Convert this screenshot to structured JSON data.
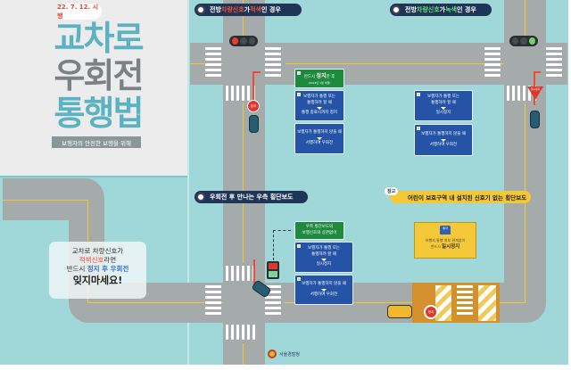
{
  "poster": {
    "date_badge": "22. 7. 12. 시행",
    "title_lines": [
      "교차로",
      "우회전",
      "통행법"
    ],
    "subtitle": "보행자의 안전한 보행을 위해"
  },
  "panel_red": {
    "title_prefix": "전방 ",
    "title_highlight1": "차량신호",
    "title_mid": "가 ",
    "title_highlight2": "적색",
    "title_suffix": "인 경우",
    "stop_sign": "정지",
    "sign1_num": "1",
    "sign1_line1_a": "반드시 ",
    "sign1_line1_b": "정지",
    "sign1_line1_c": "한 후",
    "sign1_line2": "(2023년 1월 이행)",
    "sign2_num": "2",
    "sign2_line1": "보행자가 통행 또는",
    "sign2_line2": "통행하려 할 때",
    "sign2_result": "통행 종료시까지 정지",
    "sign3_line1": "보행자가 통행하지 않을 때",
    "sign3_result": "서행하여 우회전"
  },
  "panel_green": {
    "title_prefix": "전방 ",
    "title_highlight1": "차량신호",
    "title_mid": "가 ",
    "title_highlight2": "녹색",
    "title_suffix": "인 경우",
    "yield_sign": "일시정지",
    "sign1_num": "1",
    "sign1_line1": "보행자가 통행 또는",
    "sign1_line2": "통행하려 할 때",
    "sign1_result": "일시정지",
    "sign2_num": "2",
    "sign2_line1": "보행자가 통행하지 않을 때",
    "sign2_result": "서행하여 우회전"
  },
  "reminder": {
    "line1": "교차로 차량신호가",
    "line2_highlight": "적색신호",
    "line2_suffix": "라면",
    "line3_prefix": "반드시 ",
    "line3_highlight": "정지 후 우회전",
    "line4": "잊지마세요!"
  },
  "panel_crosswalk": {
    "title": "우회전 후 만나는 우측 횡단보도",
    "green_sign_line1": "우측 횡단보도의",
    "green_sign_line2": "보행신호와 상관없이",
    "sign1_num": "1",
    "sign1_line1": "보행자가 통행 또는",
    "sign1_line2": "통행하려 할 때",
    "sign1_result": "일시정지",
    "sign2_num": "2",
    "sign2_line1": "보행자가 통행하지 않을 때",
    "sign2_result": "서행하여 우회전",
    "agency": "서울경찰청"
  },
  "panel_school": {
    "badge": "참고",
    "title": "어린이 보호구역 내 설치된 신호기 없는 횡단보도",
    "zone_icon_label": "통학",
    "sign_line1": "보행자 통행 여부 관계없이",
    "sign_line2_prefix": "반드시 ",
    "sign_line2_highlight": "일시정지",
    "stop_sign": "정지"
  },
  "colors": {
    "teal": "#a0d8da",
    "road": "#a5abab",
    "navy": "#1f3556",
    "accent_red": "#ee4a35",
    "yellow": "#f3c82b"
  }
}
